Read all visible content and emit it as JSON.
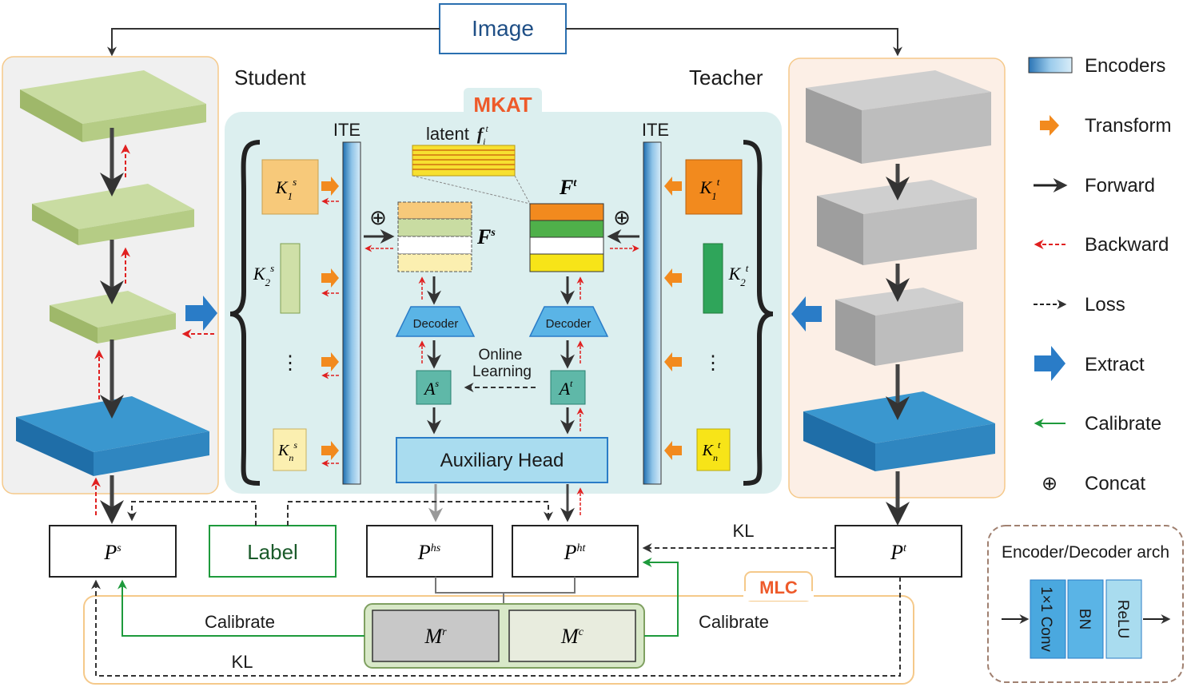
{
  "image_label": "Image",
  "student_label": "Student",
  "teacher_label": "Teacher",
  "mkat_label": "MKAT",
  "mlc_label": "MLC",
  "ite_left": "ITE",
  "ite_right": "ITE",
  "latent_text": "latent",
  "latent_symbol": "f",
  "latent_sub": "i",
  "latent_sup": "t",
  "fs": {
    "base": "F",
    "sup": "s"
  },
  "ft": {
    "base": "F",
    "sup": "t"
  },
  "student_keys": [
    {
      "base": "K",
      "sup": "s",
      "sub": "1"
    },
    {
      "base": "K",
      "sup": "s",
      "sub": "2"
    },
    {
      "base": "K",
      "sup": "s",
      "sub": "n"
    }
  ],
  "teacher_keys": [
    {
      "base": "K",
      "sup": "t",
      "sub": "1"
    },
    {
      "base": "K",
      "sup": "t",
      "sub": "2"
    },
    {
      "base": "K",
      "sup": "t",
      "sub": "n"
    }
  ],
  "dots": "⋮",
  "concat_symbol": "⊕",
  "decoder_left": "Decoder",
  "decoder_right": "Decoder",
  "online_learning_1": "Online",
  "online_learning_2": "Learning",
  "as_label": {
    "base": "A",
    "sup": "s"
  },
  "at_label": {
    "base": "A",
    "sup": "t"
  },
  "aux_head": "Auxiliary Head",
  "ps": {
    "base": "P",
    "sup": "s"
  },
  "label_box": "Label",
  "phs": {
    "base": "P",
    "sup": "hs"
  },
  "pht": {
    "base": "P",
    "sup": "ht"
  },
  "pt": {
    "base": "P",
    "sup": "t"
  },
  "kl_top": "KL",
  "kl_bottom": "KL",
  "calibrate_left": "Calibrate",
  "calibrate_right": "Calibrate",
  "mr": {
    "base": "M",
    "sup": "r"
  },
  "mc": {
    "base": "M",
    "sup": "c"
  },
  "legend": {
    "encoders": "Encoders",
    "transform": "Transform",
    "forward": "Forward",
    "backward": "Backward",
    "loss": "Loss",
    "extract": "Extract",
    "calibrate": "Calibrate",
    "concat": "Concat"
  },
  "arch": {
    "title": "Encoder/Decoder arch",
    "conv": "1×1 Conv",
    "bn": "BN",
    "relu": "ReLU"
  },
  "colors": {
    "student_green": "#b9cf8e",
    "encoder_blue": "#2f86c0",
    "teacher_gray": "#b8b8b8",
    "mkat_bg": "#dcefef",
    "orange": "#f28a1e",
    "red_dashed": "#e02020",
    "green_calibrate": "#1e9a3c",
    "extract_blue": "#2a7cc7",
    "mkat_text": "#ee5a2a"
  }
}
